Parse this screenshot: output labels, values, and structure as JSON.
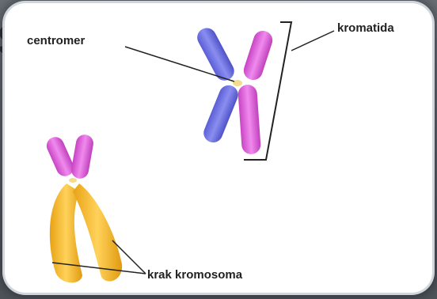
{
  "background_fragment": "S",
  "labels": {
    "centromer": "centromer",
    "kromatida": "kromatida",
    "krak_kromosoma": "krak kromosoma"
  },
  "colors": {
    "chromatid_blue": "#6b6fe0",
    "chromatid_magenta": "#d85ed6",
    "arm_orange": "#f2b52c",
    "centromere_yellow": "#f3dc8c",
    "line": "#222222"
  }
}
